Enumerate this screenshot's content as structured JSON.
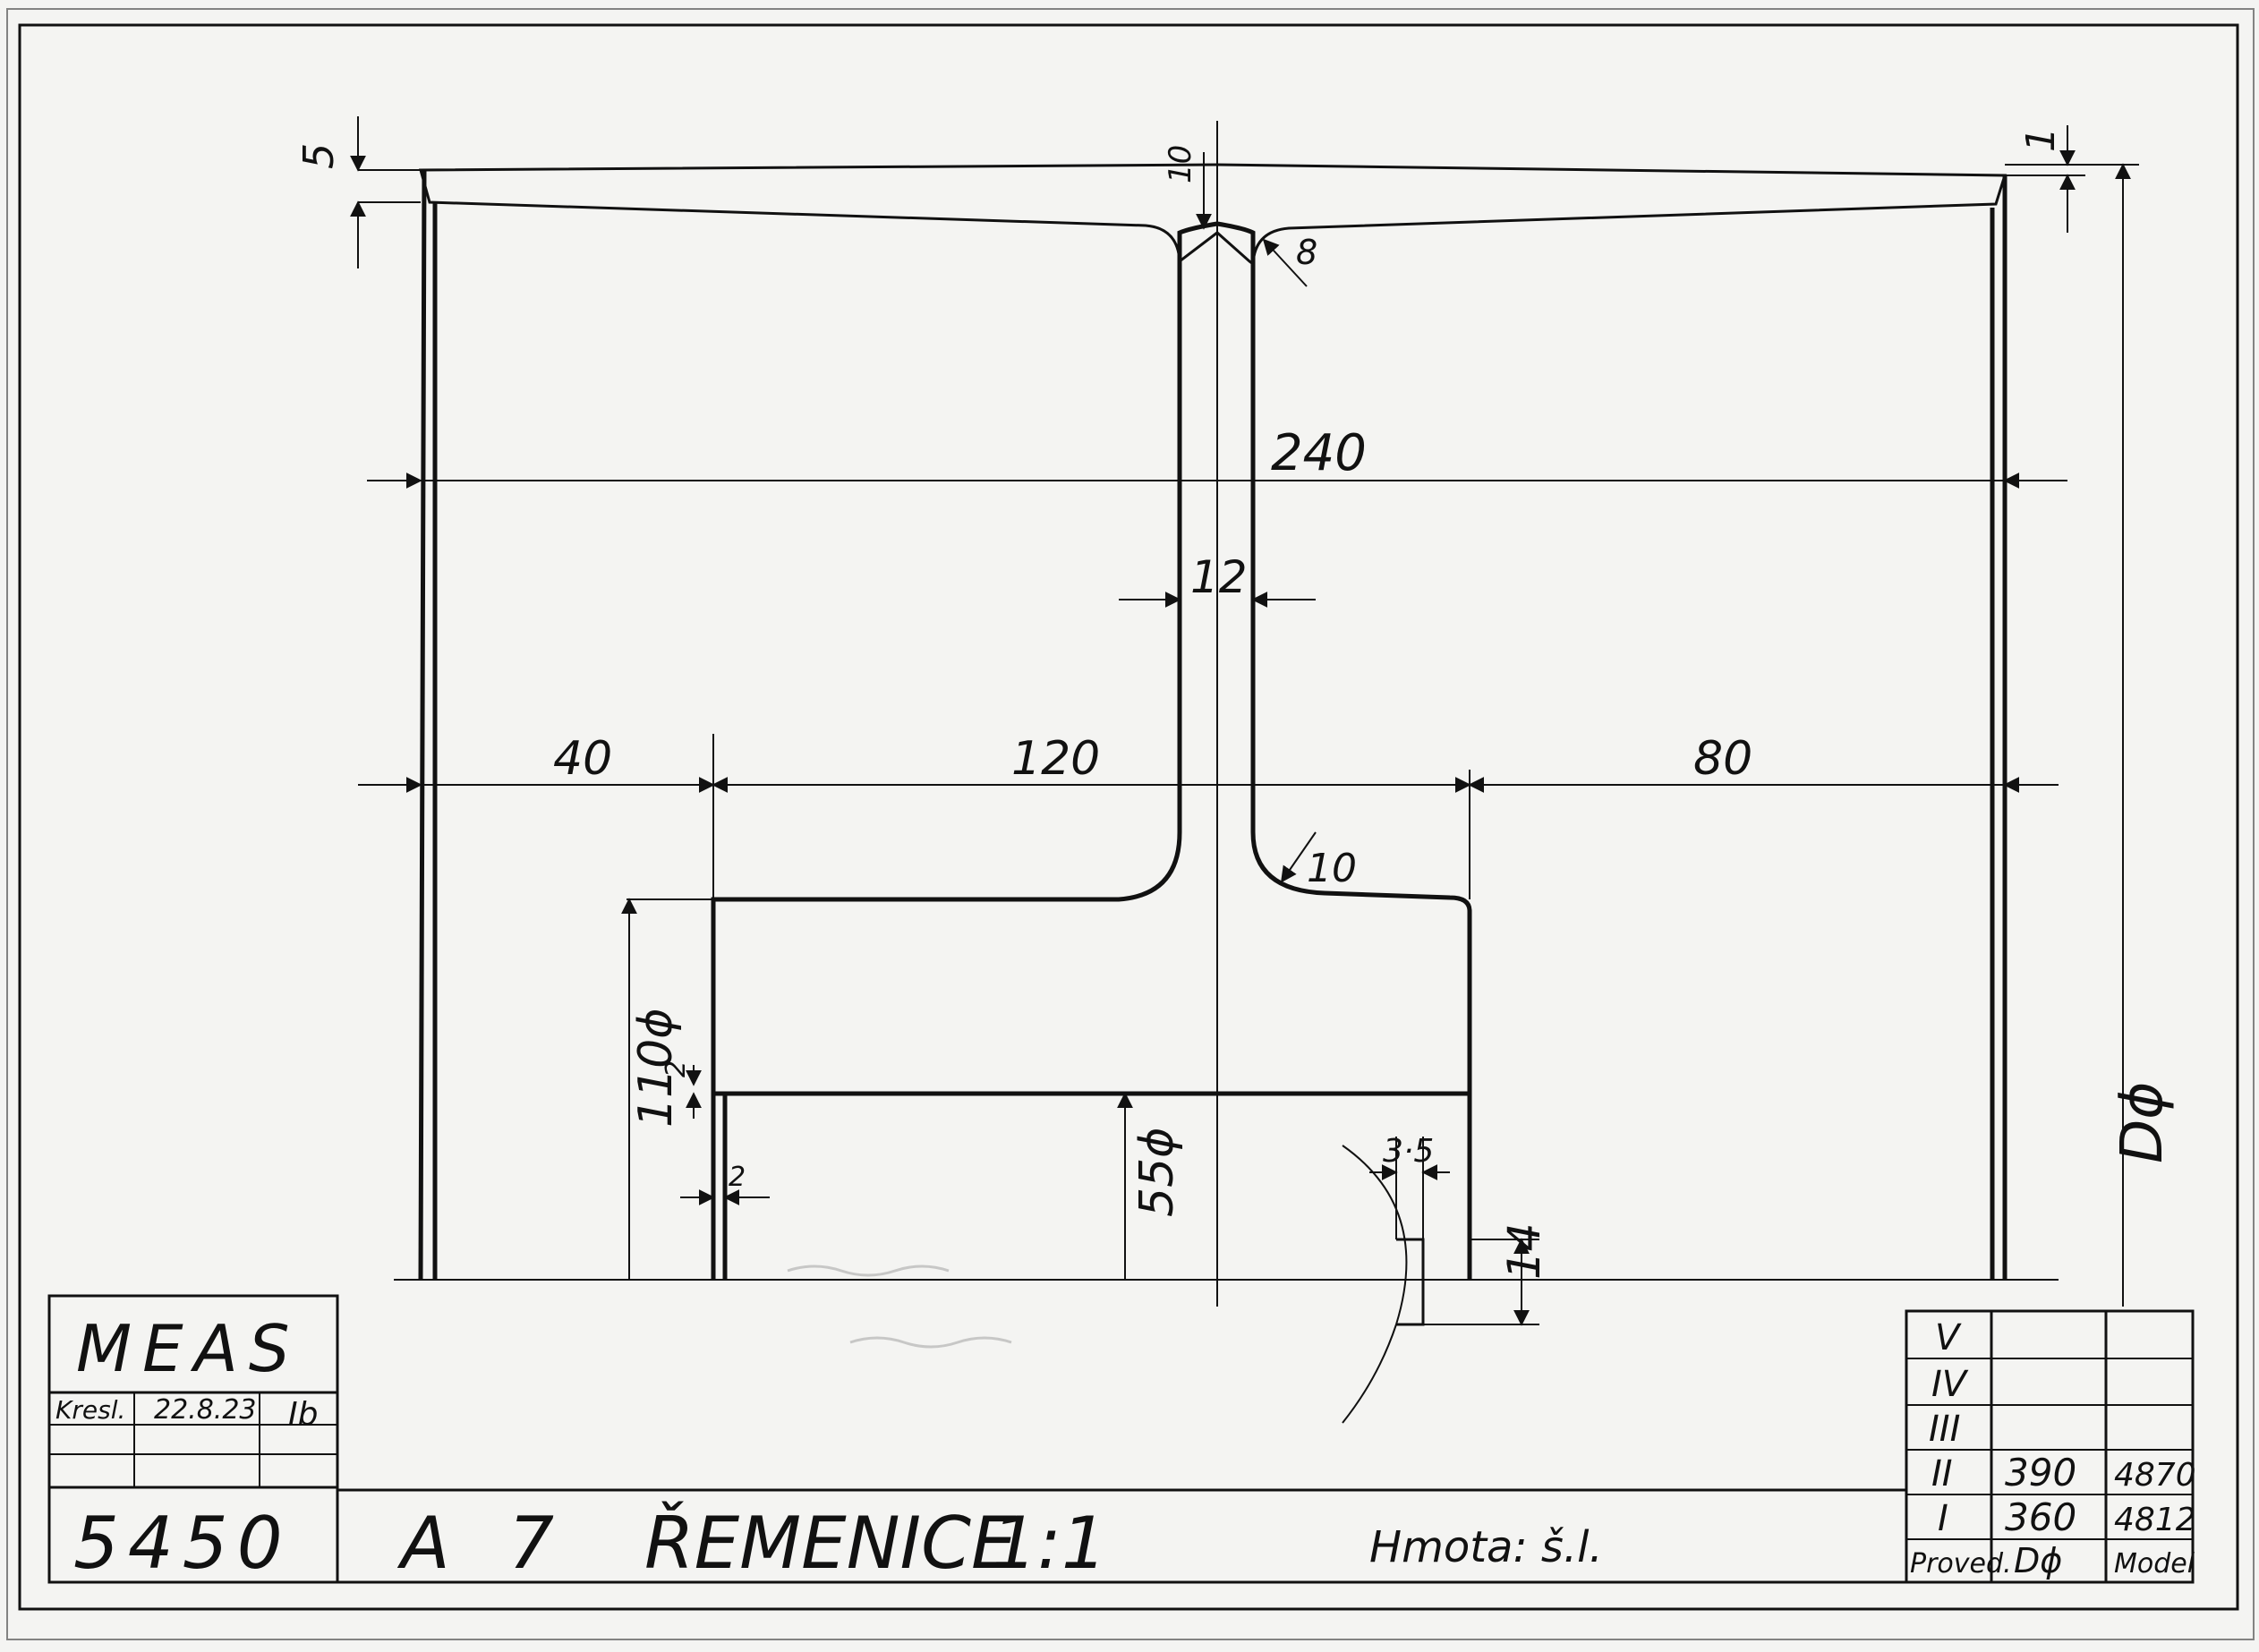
{
  "title_block": {
    "company": "MEAS",
    "drawn_label": "Kresl.",
    "drawn_date": "22.8.23",
    "drawn_initials": "Ib",
    "drawing_number": "5450",
    "format": "A 7",
    "part_name": "ŘEMENICE",
    "scale": "1:1",
    "mass": "Hmota: š.l."
  },
  "dimensions": {
    "rim_thickness": "5",
    "rim_taper": "1",
    "web_root": "10",
    "fillet_top": "8",
    "rim_width": "240",
    "web_thickness": "12",
    "left_offset": "40",
    "hub_length": "120",
    "right_offset": "80",
    "fillet_bottom": "10",
    "hub_diameter": "110ϕ",
    "chamfer_v": "2",
    "chamfer_h": "2",
    "bore": "55ϕ",
    "keyway_width": "3·5",
    "keyway_depth": "14",
    "outer_diameter": "Dϕ"
  },
  "variants_table": {
    "rows": [
      {
        "roman": "V",
        "d": "",
        "model": ""
      },
      {
        "roman": "IV",
        "d": "",
        "model": ""
      },
      {
        "roman": "III",
        "d": "",
        "model": ""
      },
      {
        "roman": "II",
        "d": "390",
        "model": "4870"
      },
      {
        "roman": "I",
        "d": "360",
        "model": "4812"
      }
    ],
    "header_exec": "Proved.",
    "header_d": "Dϕ",
    "header_model": "Model"
  }
}
